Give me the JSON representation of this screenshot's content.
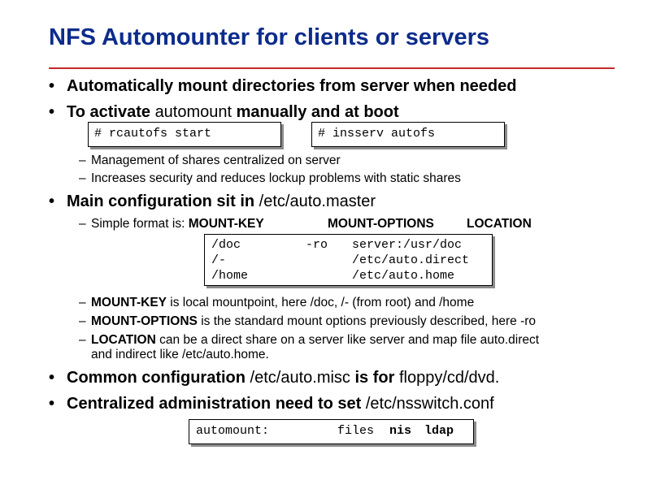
{
  "title": "NFS Automounter for clients or servers",
  "bullets": {
    "b1": "Automatically mount directories from server when needed",
    "b2_pre": "To activate ",
    "b2_normal": "automount",
    "b2_post": " manually and at boot",
    "b3_bold": "Main configuration sit in ",
    "b3_path": "/etc/auto.master",
    "b4_bold1": "Common configuration ",
    "b4_path": "/etc/auto.misc",
    "b4_bold2": " is for ",
    "b4_end": "floppy/cd/dvd.",
    "b5_bold": "Centralized administration need to set ",
    "b5_path": "/etc/nsswitch.conf"
  },
  "code": {
    "cmd1": "# rcautofs start",
    "cmd2": "# insserv autofs",
    "automaster_keys": [
      "/doc",
      "/-",
      "/home"
    ],
    "automaster_opts": [
      "-ro",
      "",
      ""
    ],
    "automaster_locs": [
      "server:/usr/doc",
      "/etc/auto.direct",
      "/etc/auto.home"
    ],
    "nsswitch_key": "automount:",
    "nsswitch_files": "files",
    "nsswitch_nis": "nis",
    "nsswitch_ldap": "ldap"
  },
  "subs": {
    "s1": "Management of shares centralized on server",
    "s2": "Increases security and reduces lockup problems with static shares",
    "s3_pre": "Simple format is: ",
    "s3_key": "MOUNT-KEY",
    "s3_opts": "MOUNT-OPTIONS",
    "s3_loc": "LOCATION",
    "s4_bold": "MOUNT-KEY",
    "s4_rest": " is local mountpoint, here /doc, /- (from root) and /home",
    "s5_bold": "MOUNT-OPTIONS",
    "s5_rest": " is the standard mount options previously described, here -ro",
    "s6_bold": "LOCATION",
    "s6_rest": " can be a direct share on a server like server and map file auto.direct",
    "s6_cont": "and indirect like /etc/auto.home."
  },
  "colors": {
    "title": "#0c2c8c",
    "rule": "#c42a2a",
    "shadow": "#8c8c8c"
  }
}
